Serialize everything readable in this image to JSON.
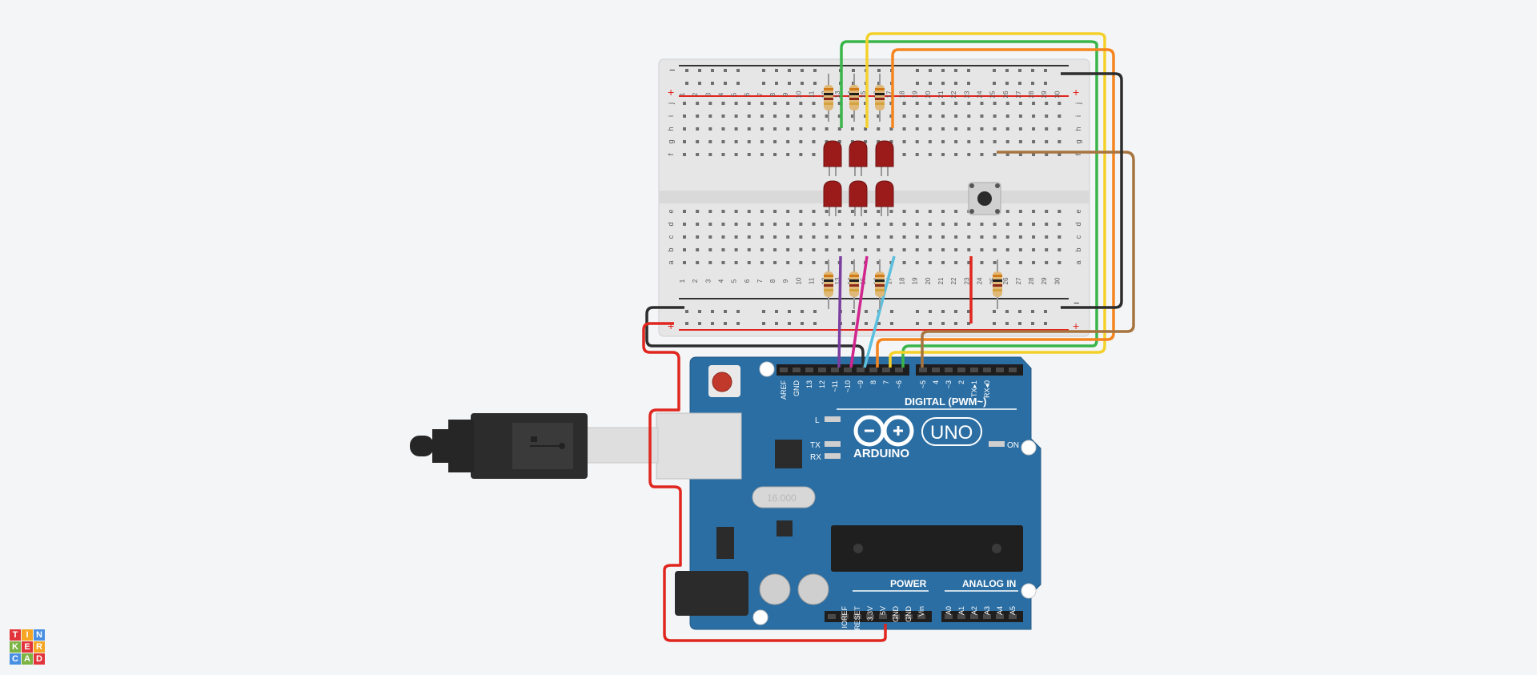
{
  "app": {
    "name": "Tinkercad"
  },
  "logo": {
    "letters": [
      "T",
      "I",
      "N",
      "K",
      "E",
      "R",
      "C",
      "A",
      "D"
    ],
    "colors": [
      "#e1353b",
      "#f5a623",
      "#4a90e2",
      "#7cb342",
      "#e1353b",
      "#f5a623",
      "#4a90e2",
      "#7cb342",
      "#e1353b"
    ]
  },
  "breadboard": {
    "row_letters_top": [
      "j",
      "i",
      "h",
      "g",
      "f"
    ],
    "row_letters_bottom": [
      "e",
      "d",
      "c",
      "b",
      "a"
    ],
    "columns": [
      "1",
      "2",
      "3",
      "4",
      "5",
      "6",
      "7",
      "8",
      "9",
      "10",
      "11",
      "12",
      "13",
      "14",
      "15",
      "16",
      "17",
      "18",
      "19",
      "20",
      "21",
      "22",
      "23",
      "24",
      "25",
      "26",
      "27",
      "28",
      "29",
      "30"
    ],
    "rail_minus": "−",
    "rail_plus": "+"
  },
  "arduino": {
    "brand": "ARDUINO",
    "model": "UNO",
    "digital_label": "DIGITAL (PWM~)",
    "digital_pins": [
      "AREF",
      "GND",
      "13",
      "12",
      "~11",
      "~10",
      "~9",
      "8",
      "7",
      "~6",
      "~5",
      "4",
      "~3",
      "2",
      "TX▸1",
      "RX◂0"
    ],
    "led_l": "L",
    "led_tx": "TX",
    "led_rx": "RX",
    "on_label": "ON",
    "power_label": "POWER",
    "power_pins": [
      "IOREF",
      "RESET",
      "3.3V",
      "5V",
      "GND",
      "GND",
      "Vin"
    ],
    "analog_label": "ANALOG IN",
    "analog_pins": [
      "A0",
      "A1",
      "A2",
      "A3",
      "A4",
      "A5"
    ],
    "crystal": "16.000"
  },
  "wire_colors": {
    "black": "#2d2d2d",
    "red": "#e0261f",
    "green": "#3ab54a",
    "yellow": "#f4d12a",
    "orange": "#f5851f",
    "brown": "#a7743f",
    "purple": "#7b3fa0",
    "magenta": "#d0268d",
    "cyan": "#5bc0de"
  }
}
